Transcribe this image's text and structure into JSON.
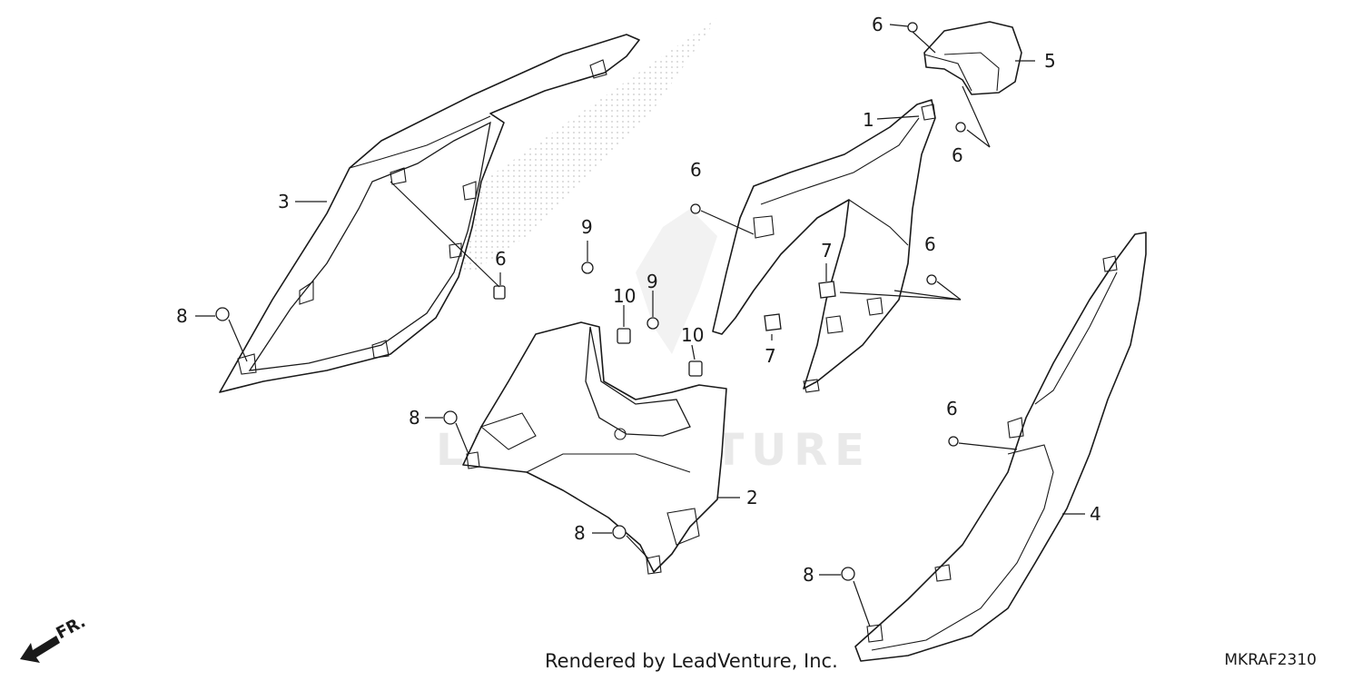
{
  "diagram": {
    "watermark_text": "LEADVENTURE",
    "front_indicator": "FR.",
    "credit": "Rendered by LeadVenture, Inc.",
    "diagram_code": "MKRAF2310",
    "callouts": {
      "c1": "1",
      "c2": "2",
      "c3": "3",
      "c4": "4",
      "c5": "5",
      "c6a": "6",
      "c6b": "6",
      "c6c": "6",
      "c6d": "6",
      "c6e": "6",
      "c6f": "6",
      "c7a": "7",
      "c7b": "7",
      "c8a": "8",
      "c8b": "8",
      "c8c": "8",
      "c8d": "8",
      "c9a": "9",
      "c9b": "9",
      "c10a": "10",
      "c10b": "10"
    }
  }
}
